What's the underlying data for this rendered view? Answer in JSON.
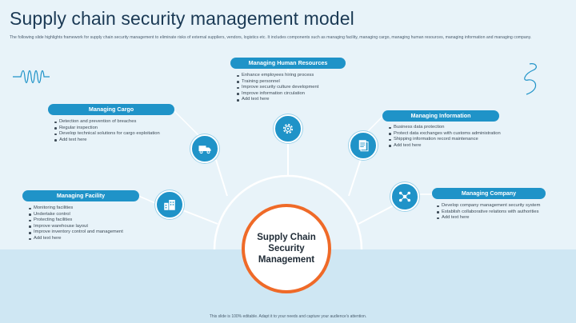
{
  "title": "Supply chain security management model",
  "subtitle": "The following slide highlights framework for supply chain security management to eliminate risks of external suppliers, vendors, logistics etc. It includes components such as managing facility, managing cargo, managing human resources, managing information and managing company.",
  "center": {
    "label": "Supply Chain Security Management"
  },
  "categories": {
    "human_resources": {
      "label": "Managing Human Resources",
      "icon": "gear-icon",
      "items": [
        "Enhance employees hiring process",
        "Training personnel",
        "Improve security culture development",
        "Improve information circulation",
        "Add text here"
      ]
    },
    "cargo": {
      "label": "Managing Cargo",
      "icon": "truck-icon",
      "items": [
        "Detection and prevention of breaches",
        "Regular inspection",
        "Develop technical solutions for cargo exploitation",
        "Add text here"
      ]
    },
    "information": {
      "label": "Managing Information",
      "icon": "document-icon",
      "items": [
        "Business data protection",
        "Protect data exchanges with customs administration",
        "Shipping information record maintenance",
        "Add text here"
      ]
    },
    "facility": {
      "label": "Managing Facility",
      "icon": "buildings-icon",
      "items": [
        "Monitoring facilities",
        "Undertake control",
        "Protecting facilities",
        "Improve warehouse layout",
        "Improve inventory control and management",
        "Add text here"
      ]
    },
    "company": {
      "label": "Managing Company",
      "icon": "network-icon",
      "items": [
        "Develop company management security system",
        "Establish collaborative relations with authorities",
        "Add text here"
      ]
    }
  },
  "footer": "This slide is 100% editable. Adapt it to your needs and capture your audience's attention.",
  "colors": {
    "accent": "#1f93c8",
    "center_ring": "#ef6a28",
    "title": "#1b3a55",
    "background": "#e8f3f9"
  }
}
